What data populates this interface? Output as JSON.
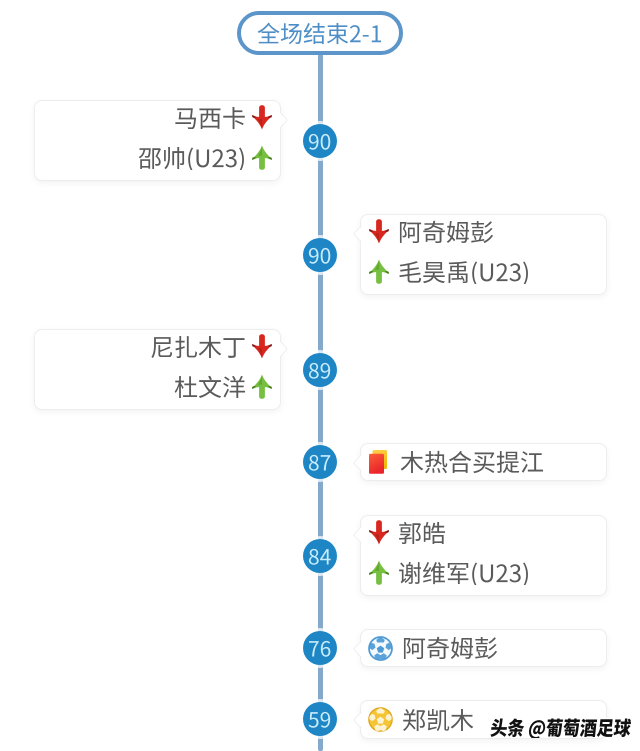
{
  "header": {
    "title": "全场结束2-1"
  },
  "events": [
    {
      "minute": "90",
      "side": "left",
      "rows": [
        {
          "type": "substitution-out",
          "icon": "sub-out-arrow-icon",
          "player": "马西卡"
        },
        {
          "type": "substitution-in",
          "icon": "sub-in-arrow-icon",
          "player": "邵帅(U23)"
        }
      ]
    },
    {
      "minute": "90",
      "side": "right",
      "rows": [
        {
          "type": "substitution-out",
          "icon": "sub-out-arrow-icon",
          "player": "阿奇姆彭"
        },
        {
          "type": "substitution-in",
          "icon": "sub-in-arrow-icon",
          "player": "毛昊禹(U23)"
        }
      ]
    },
    {
      "minute": "89",
      "side": "left",
      "rows": [
        {
          "type": "substitution-out",
          "icon": "sub-out-arrow-icon",
          "player": "尼扎木丁"
        },
        {
          "type": "substitution-in",
          "icon": "sub-in-arrow-icon",
          "player": "杜文洋"
        }
      ]
    },
    {
      "minute": "87",
      "side": "right",
      "rows": [
        {
          "type": "second-yellow-red-card",
          "icon": "yellow-red-card-icon",
          "player": "木热合买提江"
        }
      ]
    },
    {
      "minute": "84",
      "side": "right",
      "rows": [
        {
          "type": "substitution-out",
          "icon": "sub-out-arrow-icon",
          "player": "郭皓"
        },
        {
          "type": "substitution-in",
          "icon": "sub-in-arrow-icon",
          "player": "谢维军(U23)"
        }
      ]
    },
    {
      "minute": "76",
      "side": "right",
      "rows": [
        {
          "type": "goal",
          "icon": "goal-ball-blue-icon",
          "player": "阿奇姆彭"
        }
      ]
    },
    {
      "minute": "59",
      "side": "right",
      "rows": [
        {
          "type": "goal",
          "icon": "goal-ball-yellow-icon",
          "player": "郑凯木"
        }
      ]
    }
  ],
  "watermark": {
    "text": "头条 @葡萄酒足球"
  },
  "colors": {
    "pill_blue": "#5b95c9",
    "timeline_line": "#84a9ca",
    "badge_fill": "#1e86c5",
    "badge_text": "#c9ecfb",
    "player_text": "#5a5a5a",
    "card_border": "#ededed",
    "sub_out_red": "#d8271f",
    "sub_in_green": "#76bf40",
    "yellow_card": "#ffc62e",
    "red_card": "#ef3a2d",
    "goal_blue": "#4e9ad6",
    "goal_yellow": "#f5c434",
    "watermark_text": "#111111"
  }
}
